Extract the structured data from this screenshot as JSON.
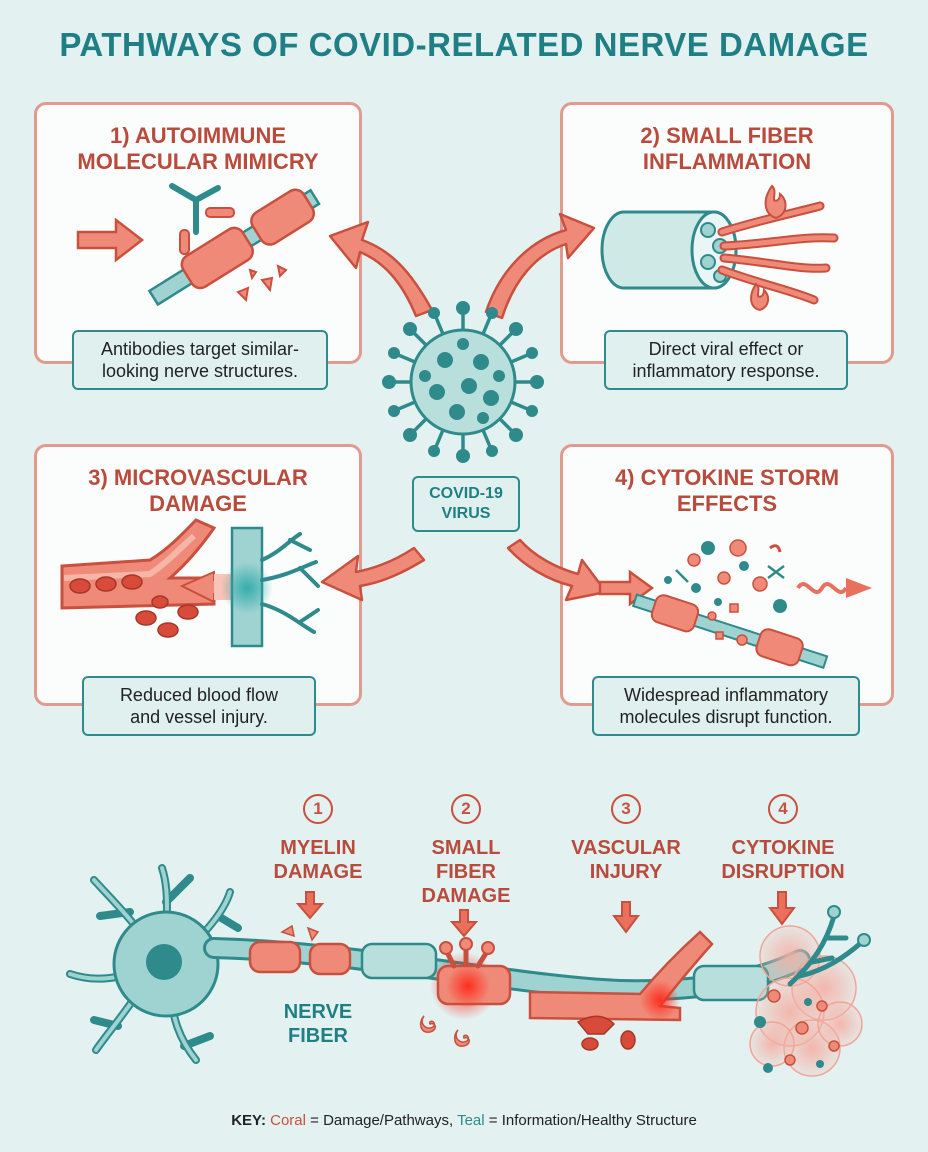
{
  "title": "PATHWAYS OF COVID-RELATED NERVE DAMAGE",
  "virus_label": "COVID-19\nVIRUS",
  "panels": [
    {
      "title": "1) AUTOIMMUNE\nMOLECULAR MIMICRY",
      "caption": "Antibodies target similar-\nlooking nerve structures."
    },
    {
      "title": "2) SMALL FIBER\nINFLAMMATION",
      "caption": "Direct viral effect or\ninflammatory response."
    },
    {
      "title": "3) MICROVASCULAR\nDAMAGE",
      "caption": "Reduced blood flow\nand vessel injury."
    },
    {
      "title": "4) CYTOKINE STORM\nEFFECTS",
      "caption": "Widespread inflammatory\nmolecules disrupt function."
    }
  ],
  "steps": [
    {
      "number": "1",
      "label": "MYELIN\nDAMAGE"
    },
    {
      "number": "2",
      "label": "SMALL\nFIBER\nDAMAGE"
    },
    {
      "number": "3",
      "label": "VASCULAR\nINJURY"
    },
    {
      "number": "4",
      "label": "CYTOKINE\nDISRUPTION"
    }
  ],
  "nerve_label": "NERVE\nFIBER",
  "key": {
    "prefix": "KEY:",
    "coral_word": "Coral",
    "coral_meaning": "= Damage/Pathways,",
    "teal_word": "Teal",
    "teal_meaning": "= Information/Healthy Structure"
  },
  "colors": {
    "coral": "#e8705d",
    "coral_dark": "#c9503e",
    "teal": "#2f8a8c",
    "teal_light": "#9fd3d2",
    "background": "#e3f1f1"
  }
}
